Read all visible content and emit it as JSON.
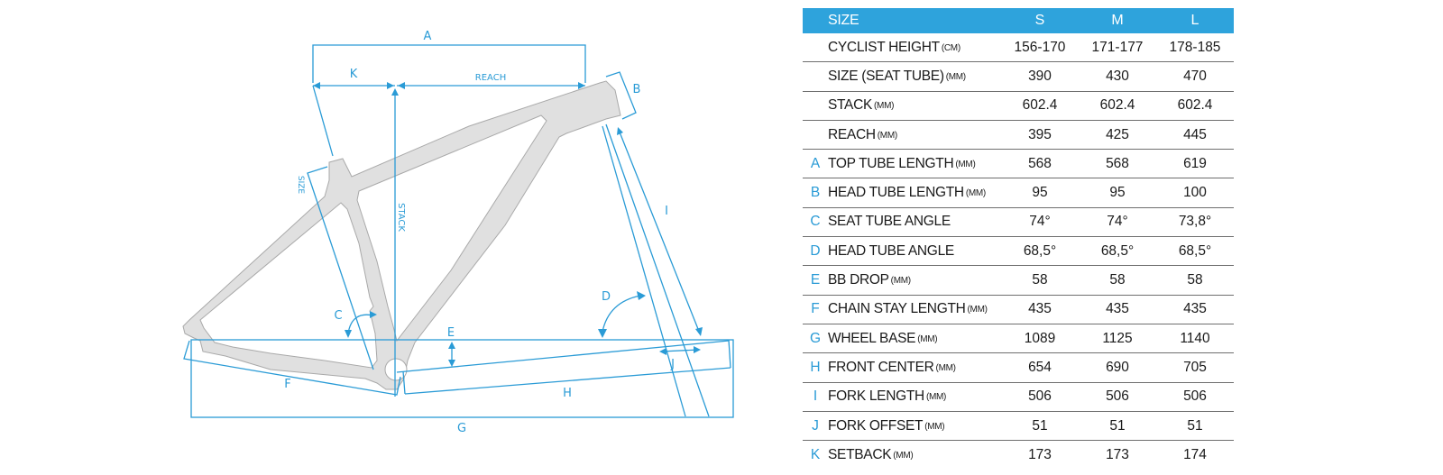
{
  "diagram": {
    "title": "Frame geometry diagram",
    "labels": {
      "A": "A",
      "B": "B",
      "C": "C",
      "D": "D",
      "E": "E",
      "F": "F",
      "G": "G",
      "H": "H",
      "I": "I",
      "J": "J",
      "K": "K",
      "reach": "REACH",
      "stack": "STACK",
      "size": "SIZE"
    },
    "colors": {
      "dimension_lines": "#2a9bd6",
      "frame_fill": "#e0e0e0",
      "frame_stroke": "#a9a9a9"
    }
  },
  "table": {
    "header": {
      "label": "SIZE",
      "sizes": [
        "S",
        "M",
        "L"
      ],
      "color": "#2ea3dc"
    },
    "rows": [
      {
        "letter": "",
        "label": "CYCLIST HEIGHT",
        "unit": "(CM)",
        "values": [
          "156-170",
          "171-177",
          "178-185"
        ]
      },
      {
        "letter": "",
        "label": "SIZE (SEAT TUBE)",
        "unit": "(MM)",
        "values": [
          "390",
          "430",
          "470"
        ]
      },
      {
        "letter": "",
        "label": "STACK",
        "unit": "(MM)",
        "values": [
          "602.4",
          "602.4",
          "602.4"
        ]
      },
      {
        "letter": "",
        "label": "REACH",
        "unit": "(MM)",
        "values": [
          "395",
          "425",
          "445"
        ]
      },
      {
        "letter": "A",
        "label": "TOP TUBE LENGTH",
        "unit": "(MM)",
        "values": [
          "568",
          "568",
          "619"
        ]
      },
      {
        "letter": "B",
        "label": "HEAD TUBE LENGTH",
        "unit": "(MM)",
        "values": [
          "95",
          "95",
          "100"
        ]
      },
      {
        "letter": "C",
        "label": "SEAT TUBE ANGLE",
        "unit": "",
        "values": [
          "74°",
          "74°",
          "73,8°"
        ]
      },
      {
        "letter": "D",
        "label": "HEAD TUBE ANGLE",
        "unit": "",
        "values": [
          "68,5°",
          "68,5°",
          "68,5°"
        ]
      },
      {
        "letter": "E",
        "label": "BB DROP",
        "unit": "(MM)",
        "values": [
          "58",
          "58",
          "58"
        ]
      },
      {
        "letter": "F",
        "label": "CHAIN STAY LENGTH",
        "unit": "(MM)",
        "values": [
          "435",
          "435",
          "435"
        ]
      },
      {
        "letter": "G",
        "label": "WHEEL BASE",
        "unit": "(MM)",
        "values": [
          "1089",
          "1125",
          "1140"
        ]
      },
      {
        "letter": "H",
        "label": "FRONT CENTER",
        "unit": "(MM)",
        "values": [
          "654",
          "690",
          "705"
        ]
      },
      {
        "letter": "I",
        "label": "FORK LENGTH",
        "unit": "(MM)",
        "values": [
          "506",
          "506",
          "506"
        ]
      },
      {
        "letter": "J",
        "label": "FORK OFFSET",
        "unit": "(MM)",
        "values": [
          "51",
          "51",
          "51"
        ]
      },
      {
        "letter": "K",
        "label": "SETBACK",
        "unit": "(MM)",
        "values": [
          "173",
          "173",
          "174"
        ]
      }
    ]
  }
}
